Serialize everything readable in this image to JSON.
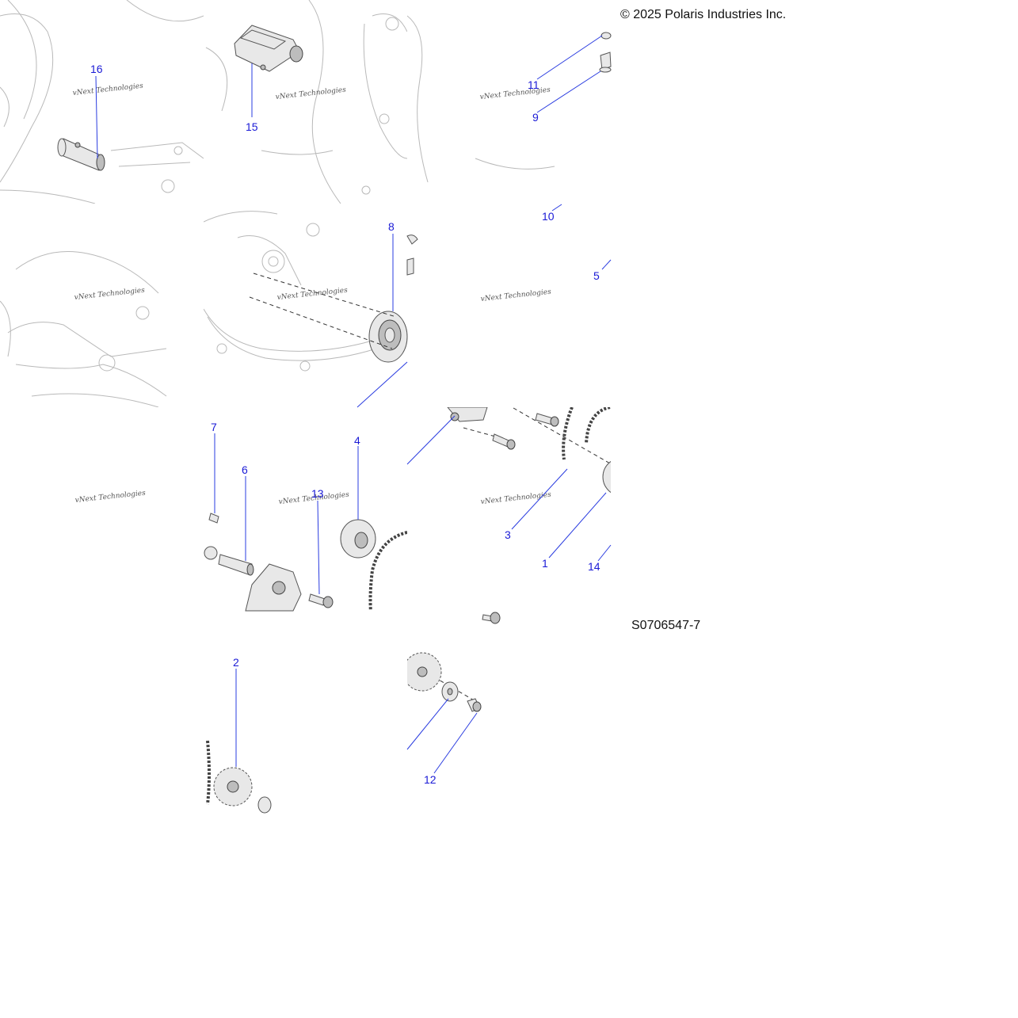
{
  "copyright": "© 2025 Polaris Industries Inc.",
  "figure_id": "S0706547-7",
  "watermark": "vNext Technologies",
  "callouts": {
    "c1": "1",
    "c2": "2",
    "c3": "3",
    "c4": "4",
    "c5": "5",
    "c6": "6",
    "c7": "7",
    "c8": "8",
    "c9": "9",
    "c10": "10",
    "c11": "11",
    "c12": "12",
    "c13": "13",
    "c14": "14",
    "c15": "15",
    "c16": "16"
  },
  "colors": {
    "callout": "#1a1ad6",
    "leader": "#2a3ce0",
    "linework": "#b9b9b9"
  }
}
